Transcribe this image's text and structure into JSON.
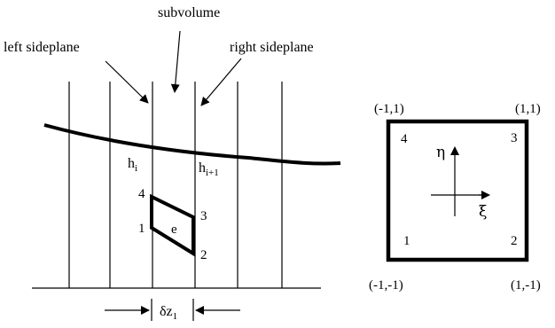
{
  "labels": {
    "subvolume": "subvolume",
    "left_sideplane": "left sideplane",
    "right_sideplane": "right sideplane",
    "h_i_base": "h",
    "h_i_sub": "i",
    "h_i1_base": "h",
    "h_i1_sub": "i+1",
    "element": "e",
    "delta_z_base": "δz",
    "delta_z_sub": "1"
  },
  "left_nodes": [
    "4",
    "1",
    "3",
    "2"
  ],
  "reference_element": {
    "corners": {
      "top_left": "(-1,1)",
      "top_right": "(1,1)",
      "bottom_left": "(-1,-1)",
      "bottom_right": "(1,-1)"
    },
    "nodes": [
      "4",
      "3",
      "1",
      "2"
    ],
    "eta": "η",
    "xi": "ξ"
  }
}
